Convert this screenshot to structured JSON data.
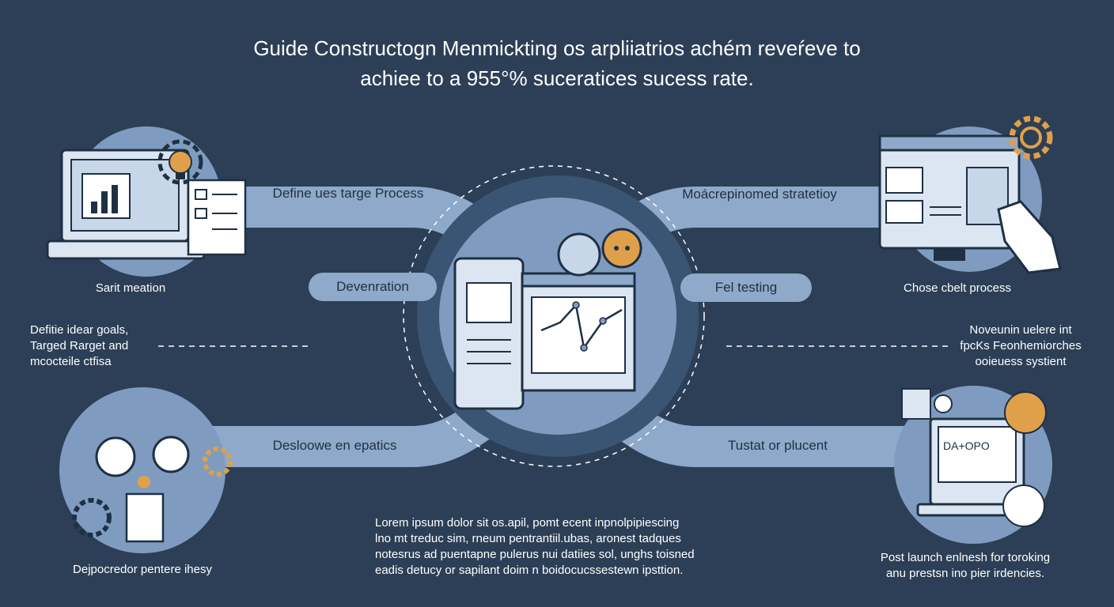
{
  "title": {
    "line1": "Guide Constructogn Menmickting os arpliiatrios achém reveŕeve to",
    "line2": "achiee to  a 955°% suceratices sucess rate."
  },
  "pills": {
    "top_left": "Define ues targe Process",
    "top_right": "Moácrepinomed stratetioy",
    "mid_left": "Devenration",
    "mid_right": "Fel testing",
    "bottom_left": "Desloowe en epatics",
    "bottom_right": "Tustat or plucent"
  },
  "captions": {
    "top_left": "Sarit meation",
    "top_right": "Chose cbelt process",
    "bottom_left": "Dejpocredor pentere ihesy"
  },
  "notes": {
    "left": [
      "Defitie idear goals,",
      "Targed Rarget  and",
      "mcocteile ctfisa"
    ],
    "right": [
      "Noveunin uelere int",
      "fpcKs Feonhemiorches",
      "ooieuess systient"
    ],
    "bottom_center": [
      "Lorem ipsum dolor sit os.apil, pomt ecent inpnolpipiescing",
      "lno mt treduc sim, rneum pentrantiil.ubas, aronest tadques",
      "notesrus ad puentapne pulerus nui datiies sol, unghs toisned",
      "eadis detucy or sapilant doim n boidocucssestewn ipsttion."
    ],
    "bottom_right": [
      "Post launch enlnesh for toroking",
      "anu prestsn ino pier irdencies."
    ]
  },
  "screen_chart_label": "DA+OPO",
  "colors": {
    "background": "#2c3f56",
    "band": "#8ea9c9",
    "circle": "#7f9cc0",
    "accent": "#e0a04a",
    "outline": "#1f3044"
  },
  "icons": [
    "laptop-icon",
    "lightbulb-icon",
    "gear-icon",
    "checklist-icon",
    "monitor-icon",
    "hand-pointer-icon",
    "phone-icon",
    "chart-window-icon",
    "chat-bubble-icon",
    "user-icon",
    "robot-face-icon"
  ]
}
